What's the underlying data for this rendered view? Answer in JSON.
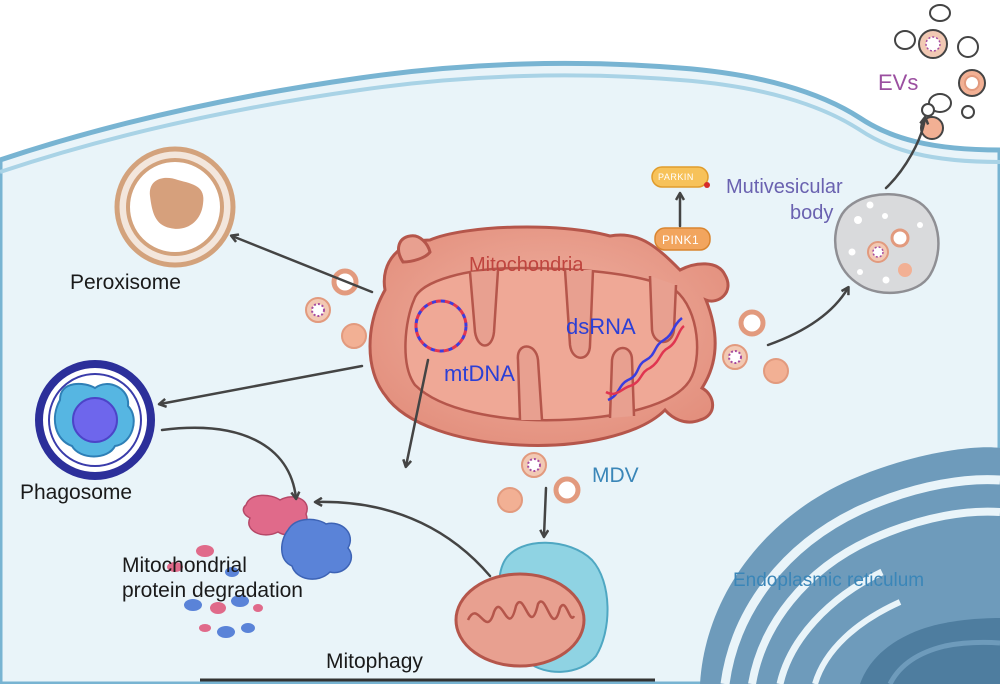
{
  "labels": {
    "peroxisome": "Peroxisome",
    "phagosome": "Phagosome",
    "degradation_line1": "Mitochondrial",
    "degradation_line2": "protein degradation",
    "mitophagy": "Mitophagy",
    "mitochondria": "Mitochondria",
    "mtdna": "mtDNA",
    "dsrna": "dsRNA",
    "mdv": "MDV",
    "parkin": "PARKIN",
    "pink1": "PINK1",
    "mvb_line1": "Mutivesicular",
    "mvb_line2": "body",
    "evs": "EVs",
    "er": "Endoplasmic reticulum"
  },
  "colors": {
    "cytoplasm": "#e9f4f9",
    "membrane": "#8fc3dc",
    "mitochondria": "#e8a090",
    "mitochondria_dark": "#b5564b",
    "peroxisome": "#d9a982",
    "phagosome_ring": "#2c2f9a",
    "phagosome_core": "#6b6ae8",
    "lysosome": "#8fd3e3",
    "mvb": "#d9dadc",
    "er": "#5c8fb0",
    "degraded_pink": "#e06a8a",
    "degraded_blue": "#5a83d8"
  }
}
